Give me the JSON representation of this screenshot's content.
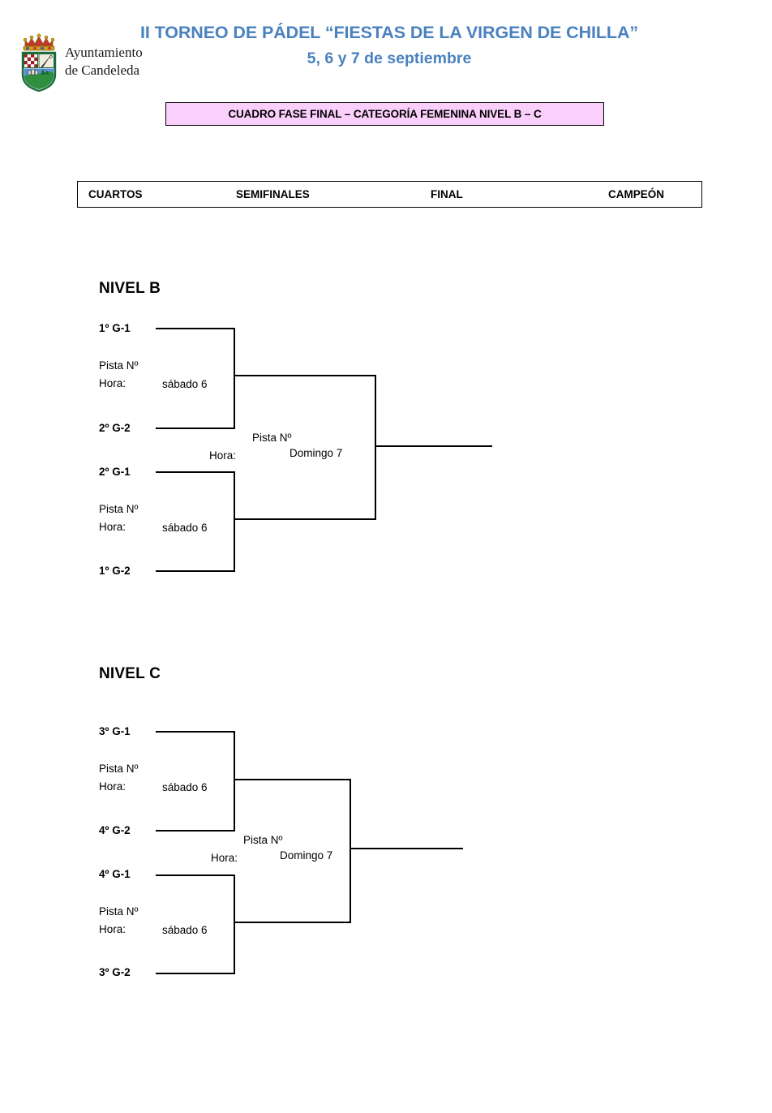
{
  "header": {
    "logo": {
      "icon": "candeleda-coat-of-arms",
      "line1": "Ayuntamiento",
      "line2": "de Candeleda"
    },
    "title_line1": "II TORNEO DE PÁDEL “FIESTAS DE LA VIRGEN DE CHILLA”",
    "title_line2": "5, 6 y 7 de septiembre",
    "title_color": "#4a81bf",
    "subtitle": "CUADRO FASE FINAL – CATEGORÍA FEMENINA NIVEL B – C",
    "subtitle_bg": "#fbcffb"
  },
  "round_headers": [
    {
      "label": "CUARTOS"
    },
    {
      "label": "SEMIFINALES"
    },
    {
      "label": "FINAL"
    },
    {
      "label": "CAMPEÓN"
    }
  ],
  "sections": [
    {
      "title": "NIVEL B",
      "quarters": [
        {
          "top_seed": "1º G-1",
          "bottom_seed": "2º G-2",
          "pista_label": "Pista Nº",
          "hora_label": "Hora:",
          "day": "sábado 6"
        },
        {
          "top_seed": "2º G-1",
          "bottom_seed": "1º G-2",
          "pista_label": "Pista Nº",
          "hora_label": "Hora:",
          "day": "sábado 6"
        }
      ],
      "final": {
        "pista_label": "Pista Nº",
        "hora_label": "Hora:",
        "day": "Domingo 7"
      }
    },
    {
      "title": "NIVEL C",
      "quarters": [
        {
          "top_seed": "3º G-1",
          "bottom_seed": "4º G-2",
          "pista_label": "Pista Nº",
          "hora_label": "Hora:",
          "day": "sábado 6"
        },
        {
          "top_seed": "4º G-1",
          "bottom_seed": "3º G-2",
          "pista_label": "Pista Nº",
          "hora_label": "Hora:",
          "day": "sábado 6"
        }
      ],
      "final": {
        "pista_label": "Pista Nº",
        "hora_label": "Hora:",
        "day": "Domingo 7"
      }
    }
  ]
}
